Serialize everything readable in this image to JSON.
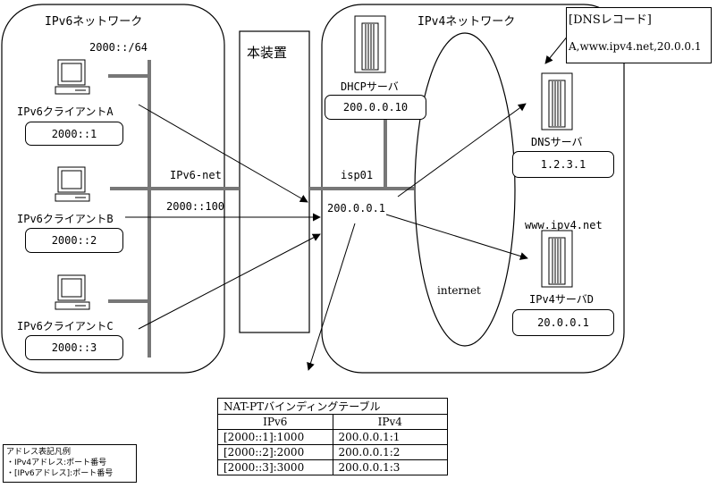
{
  "ipv6_network": {
    "title": "IPv6ネットワーク",
    "prefix": "2000::/64",
    "net_name": "IPv6-net",
    "client_a": {
      "name": "IPv6クライアントA",
      "address": "2000::1"
    },
    "client_b": {
      "name": "IPv6クライアントB",
      "address": "2000::2"
    },
    "client_c": {
      "name": "IPv6クライアントC",
      "address": "2000::3"
    },
    "device_ipv6_address": "2000::100"
  },
  "device": {
    "title": "本装置"
  },
  "ipv4_network": {
    "title": "IPv4ネットワーク",
    "net_name": "isp01",
    "device_ipv4_address": "200.0.0.1",
    "internet_label": "internet",
    "dhcp_server": {
      "name": "DHCPサーバ",
      "address": "200.0.0.10"
    },
    "dns_server": {
      "name": "DNSサーバ",
      "address": "1.2.3.1"
    },
    "ipv4_server": {
      "hostname": "www.ipv4.net",
      "name": "IPv4サーバD",
      "address": "20.0.0.1"
    }
  },
  "dns_record": {
    "title": "[DNSレコード]",
    "entry": "A,www.ipv4.net,20.0.0.1"
  },
  "nat_table": {
    "title": "NAT-PTバインディングテーブル",
    "headers": [
      "IPv6",
      "IPv4"
    ],
    "rows": [
      [
        "[2000::1]:1000",
        "200.0.0.1:1"
      ],
      [
        "[2000::2]:2000",
        "200.0.0.1:2"
      ],
      [
        "[2000::3]:3000",
        "200.0.0.1:3"
      ]
    ]
  },
  "legend": {
    "title": "アドレス表記凡例",
    "line1": "・IPv4アドレス:ポート番号",
    "line2": "・[IPv6アドレス]:ポート番号"
  }
}
